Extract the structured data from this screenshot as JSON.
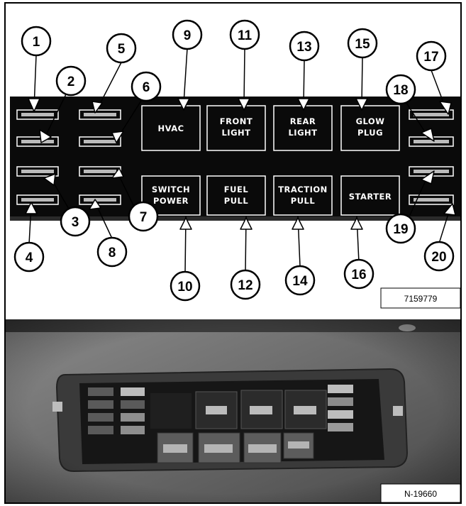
{
  "top_figure": {
    "ref_id": "7159779",
    "relays": [
      {
        "id": "r9",
        "label": "HVAC"
      },
      {
        "id": "r11",
        "label1": "FRONT",
        "label2": "LIGHT"
      },
      {
        "id": "r13",
        "label1": "REAR",
        "label2": "LIGHT"
      },
      {
        "id": "r15",
        "label1": "GLOW",
        "label2": "PLUG"
      },
      {
        "id": "r10",
        "label1": "SWITCH",
        "label2": "POWER"
      },
      {
        "id": "r12",
        "label1": "FUEL",
        "label2": "PULL"
      },
      {
        "id": "r14",
        "label1": "TRACTION",
        "label2": "PULL"
      },
      {
        "id": "r16",
        "label": "STARTER"
      }
    ],
    "callouts": [
      "1",
      "2",
      "3",
      "4",
      "5",
      "6",
      "7",
      "8",
      "9",
      "10",
      "11",
      "12",
      "13",
      "14",
      "15",
      "16",
      "17",
      "18",
      "19",
      "20"
    ]
  },
  "bottom_figure": {
    "ref_id": "N-19660",
    "photo_description_hidden": ""
  },
  "colors": {
    "panel": "#0a0a0a",
    "outline": "#ffffff",
    "photo_dark": "#1c1c1c",
    "photo_mid": "#6e6e6e"
  }
}
